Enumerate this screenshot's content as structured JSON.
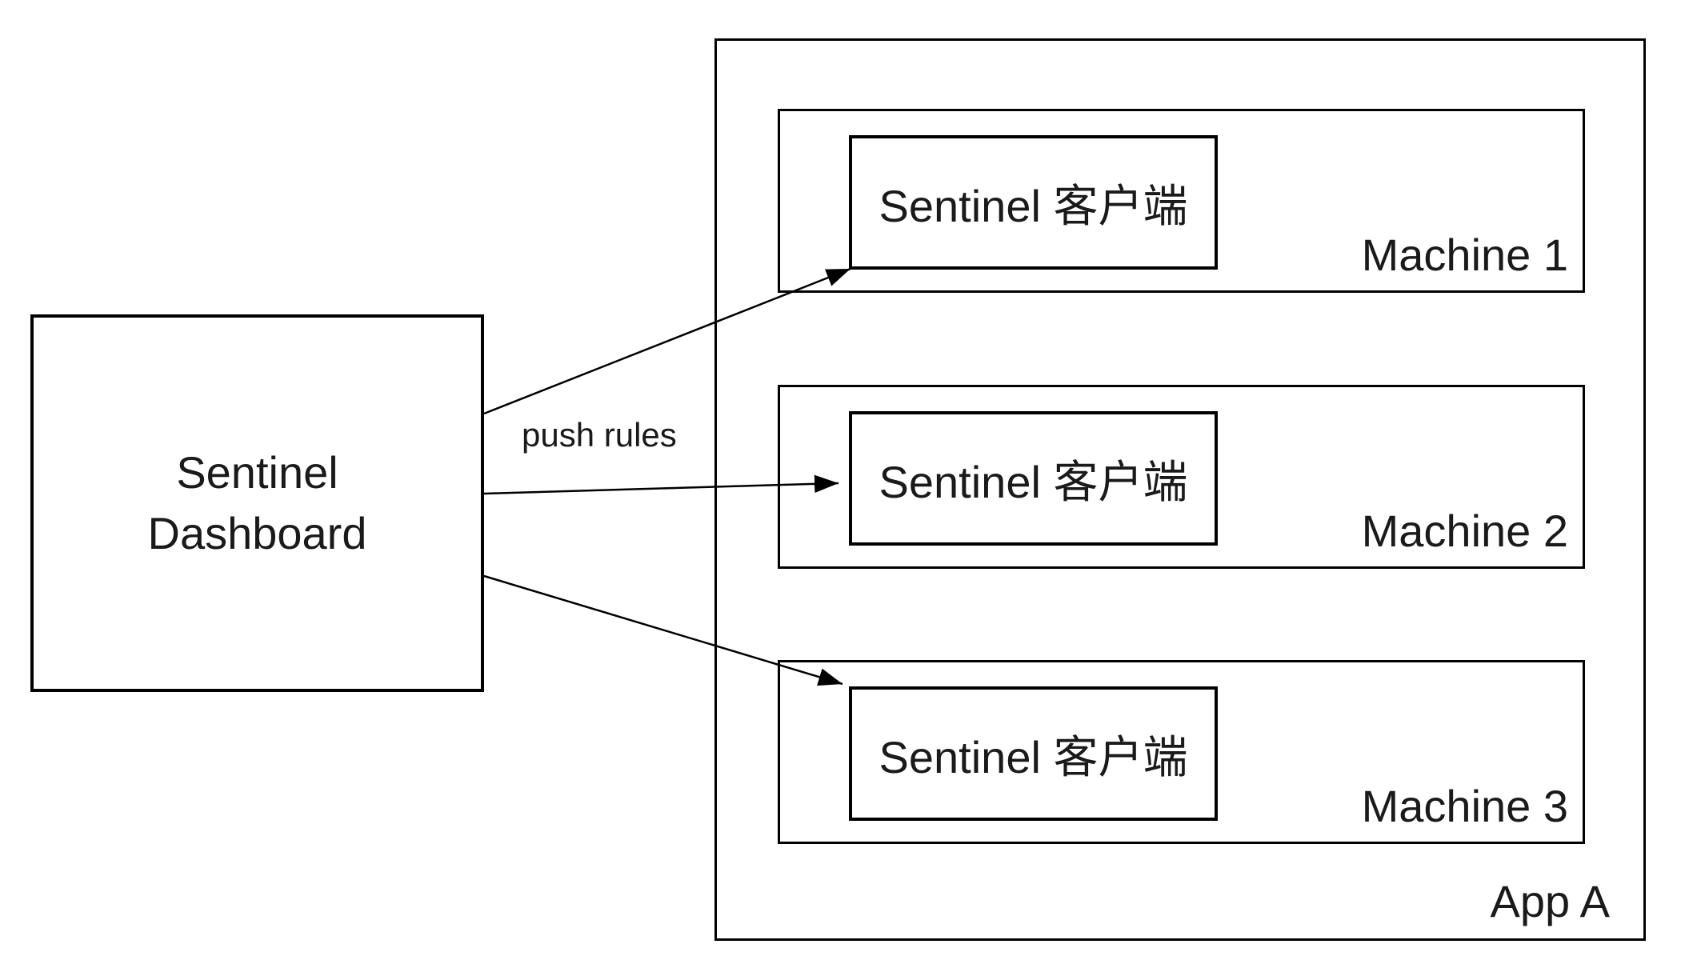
{
  "diagram": {
    "dashboard": {
      "label_line1": "Sentinel",
      "label_line2": "Dashboard"
    },
    "arrow_label": "push rules",
    "app": {
      "label": "App A",
      "machines": [
        {
          "label": "Machine 1",
          "client_label": "Sentinel 客户端"
        },
        {
          "label": "Machine 2",
          "client_label": "Sentinel 客户端"
        },
        {
          "label": "Machine 3",
          "client_label": "Sentinel 客户端"
        }
      ]
    },
    "colors": {
      "stroke": "#000000",
      "background": "#ffffff",
      "text": "#1a1a1a"
    }
  }
}
